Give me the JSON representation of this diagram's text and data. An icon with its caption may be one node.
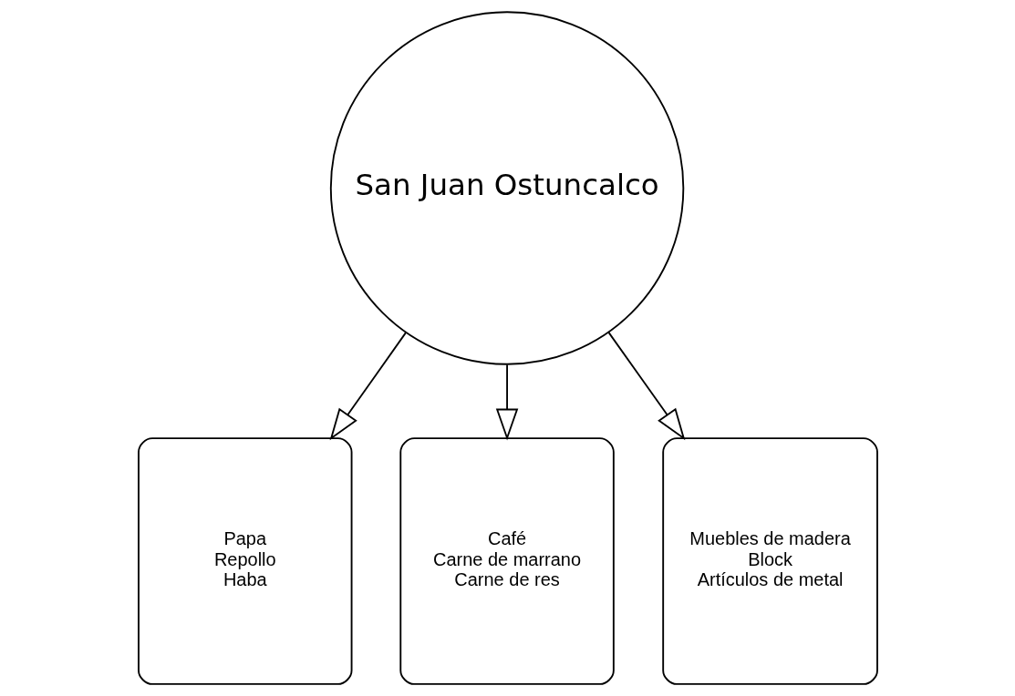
{
  "diagram": {
    "nodes": [
      {
        "text": [
          "San Juan Ostuncalco"
        ]
      },
      {
        "text": [
          "Papa",
          "Repollo",
          "Haba"
        ]
      },
      {
        "text": [
          "Café",
          "Carne de marrano",
          "Carne de res"
        ]
      },
      {
        "text": [
          "Muebles de madera",
          "Block",
          "Artículos de metal"
        ]
      }
    ],
    "edges": [
      {
        "from": 0,
        "to": 1,
        "arrow": "to"
      },
      {
        "from": 0,
        "to": 2,
        "arrow": "to"
      },
      {
        "from": 0,
        "to": 3,
        "arrow": "to"
      }
    ]
  }
}
